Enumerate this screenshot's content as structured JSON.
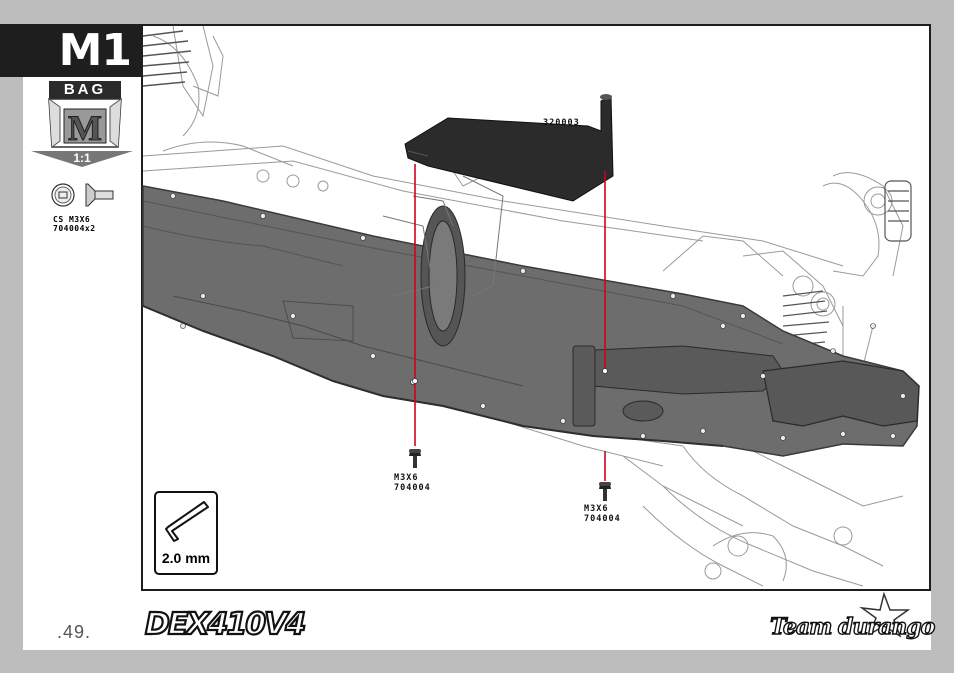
{
  "step": {
    "code": "M1"
  },
  "bag": {
    "label": "BAG",
    "letter": "M",
    "scale": "1:1"
  },
  "hardware": [
    {
      "name": "CS M3X6",
      "part_no": "704004x2"
    }
  ],
  "callouts": {
    "bracket_part": "320003",
    "screw_left_name": "M3X6",
    "screw_left_part": "704004",
    "screw_right_name": "M3X6",
    "screw_right_part": "704004"
  },
  "tool": {
    "label": "2.0 mm"
  },
  "footer": {
    "page_number": ".49.",
    "product_logo": "DEX410V4",
    "brand_logo": "Team durango"
  },
  "colors": {
    "chassis": "#6d6d6d",
    "bracket": "#2b2b2b",
    "guide_line": "#d0021b",
    "tab": "#1e1e1e"
  }
}
